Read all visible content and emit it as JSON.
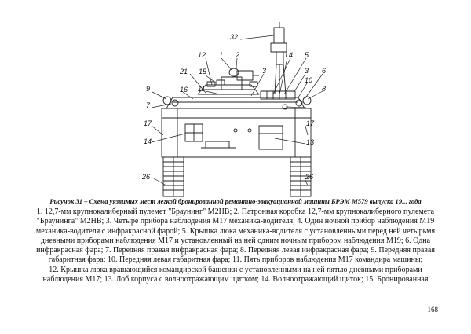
{
  "figure": {
    "callouts": {
      "l1": "1",
      "l2": "2",
      "l3": "3",
      "l3b": "3",
      "l4": "4",
      "l5": "5",
      "l6": "6",
      "l7": "7",
      "l8": "8",
      "l9": "9",
      "l10": "10",
      "l11": "11",
      "l11b": "11",
      "l12": "12",
      "l13": "13",
      "l14": "14",
      "l15": "15",
      "l16": "16",
      "l17": "17",
      "l17b": "17",
      "l21": "21",
      "l26": "26",
      "l26b": "26",
      "l32": "32"
    }
  },
  "caption": "Рисунок 31 – Схема уязвимых мест легкой бронированной ремонтно-эвакуационной машины БРЭМ М579 выпуска 19... года",
  "legend_lines": [
    "1. 12,7-мм крупнокалиберный пулемет \"Браунинг\" М2НВ; 2. Патронная коробка 12,7-мм крупнокалиберного пулемета",
    "\"Браунинга\" М2НВ; 3. Четыре прибора наблюдения М17 механика-водителя; 4. Один ночной прибор наблюдения М19",
    "механика-водителя с инфракрасной фарой; 5. Крышка люка механика-водителя с установленными перед ней четырьмя",
    "дневными приборами наблюдения М17 и установленный на ней одним ночным прибором наблюдения М19; 6. Одна",
    "инфракрасная фара; 7. Передняя правая инфракрасная фара; 8. Передняя левая инфракрасная фара; 9. Передняя правая",
    "габаритная фара; 10. Передняя левая габаритная фара; 11. Пять приборов наблюдения М17 командира машины;",
    "12. Крышка люка вращающийся командирской башенки с установленными на ней пятью дневными приборами",
    "наблюдения М17; 13. Лоб корпуса с волноотражающим щитком; 14. Волноотражающий щиток; 15. Бронированная"
  ],
  "page_number": "168"
}
